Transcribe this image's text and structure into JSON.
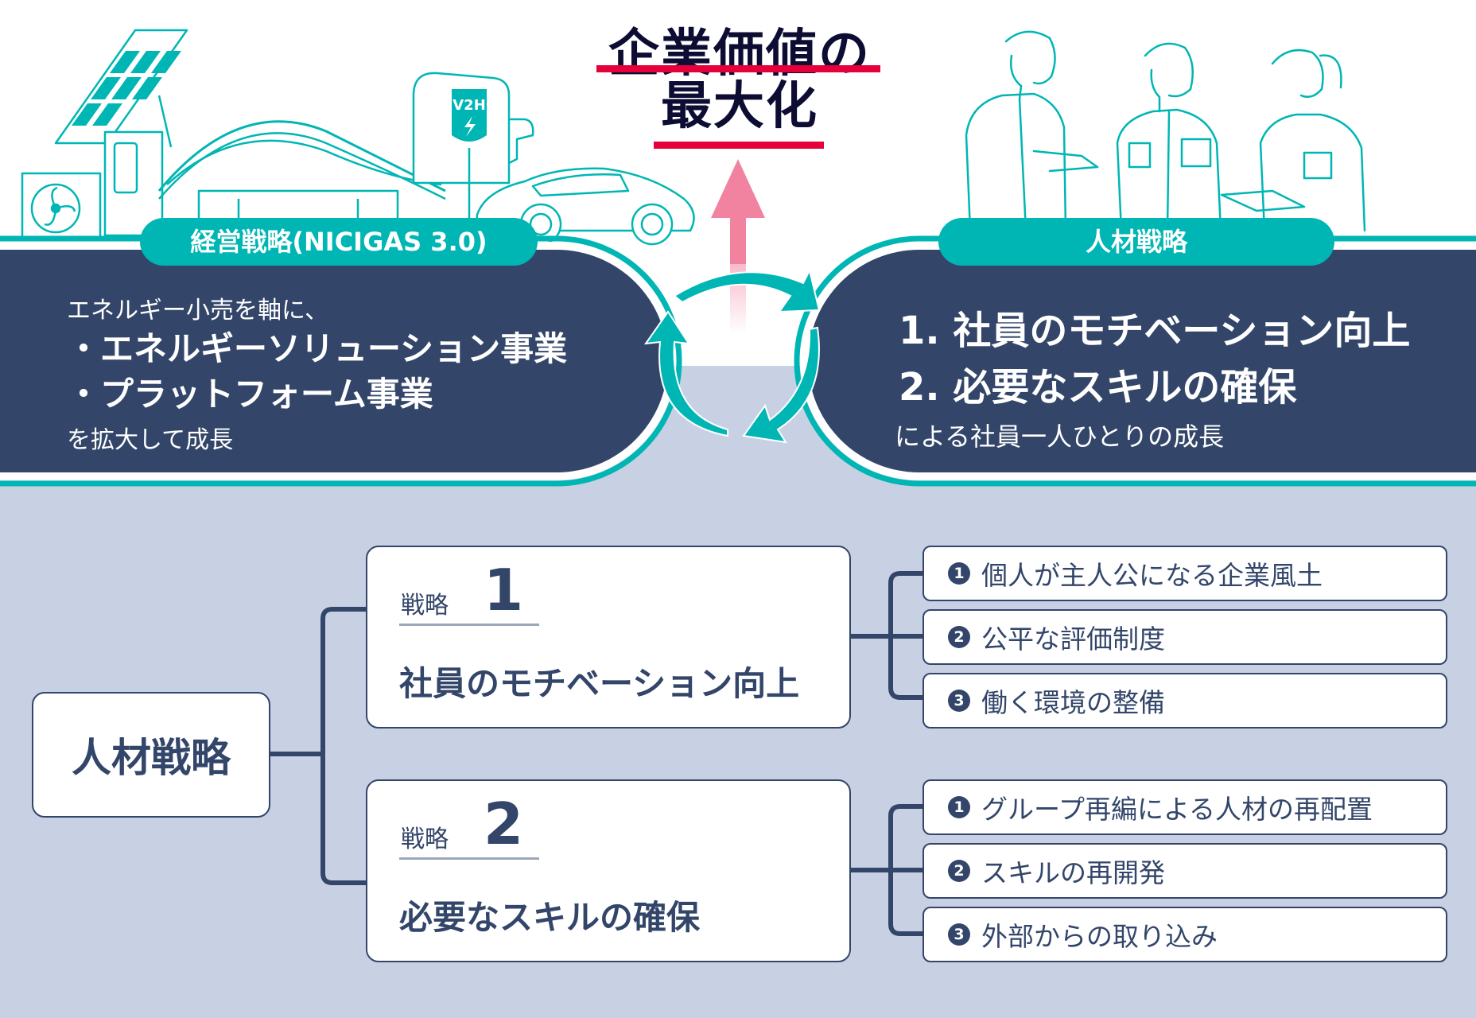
{
  "header": {
    "title_line1": "企業価値の",
    "title_line2": "最大化"
  },
  "colors": {
    "navy": "#33466a",
    "teal": "#00b6b4",
    "accent_red": "#e4003a",
    "arrow_pink": "#f283a0",
    "background": "#c8d1e3",
    "title_text": "#0d0d33"
  },
  "business_strategy": {
    "label": "経営戦略(NICIGAS 3.0)",
    "intro": "エネルギー小売を軸に、",
    "items": [
      "・エネルギーソリューション事業",
      "・プラットフォーム事業"
    ],
    "outro": "を拡大して成長",
    "illustration": [
      "solar-panel-icon",
      "air-conditioner-icon",
      "gas-station-icon",
      "v2h-charger-icon",
      "electric-car-icon"
    ],
    "charger_label": "V2H"
  },
  "hr_strategy": {
    "label": "人材戦略",
    "items": [
      "1. 社員のモチベーション向上",
      "2. 必要なスキルの確保"
    ],
    "outro": "による社員一人ひとりの成長",
    "illustration": [
      "employees-discussion-illustration"
    ]
  },
  "tree": {
    "root": "人材戦略",
    "strategies": [
      {
        "kicker": "戦略",
        "number": "1",
        "title": "社員のモチベーション向上",
        "measures": [
          {
            "badge": "1",
            "text": "個人が主人公になる企業風土"
          },
          {
            "badge": "2",
            "text": "公平な評価制度"
          },
          {
            "badge": "3",
            "text": "働く環境の整備"
          }
        ]
      },
      {
        "kicker": "戦略",
        "number": "2",
        "title": "必要なスキルの確保",
        "measures": [
          {
            "badge": "1",
            "text": "グループ再編による人材の再配置"
          },
          {
            "badge": "2",
            "text": "スキルの再開発"
          },
          {
            "badge": "3",
            "text": "外部からの取り込み"
          }
        ]
      }
    ]
  }
}
